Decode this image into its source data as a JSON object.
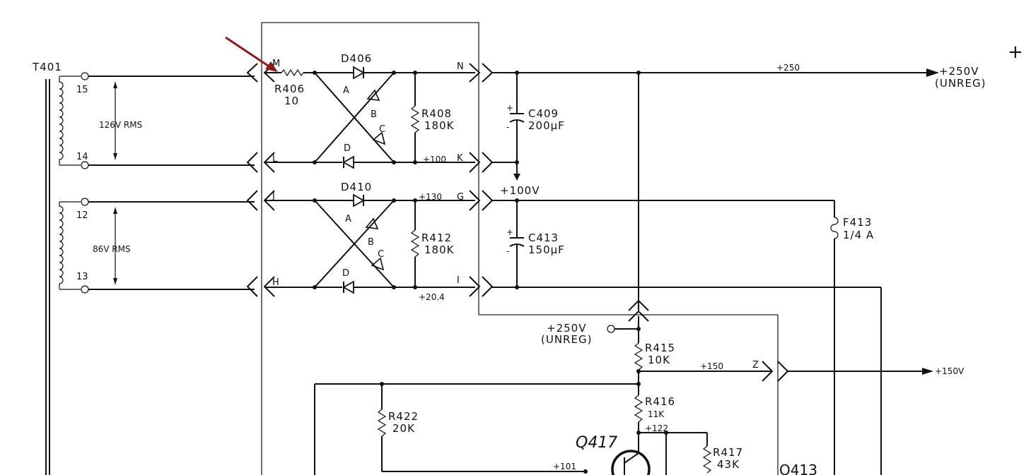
{
  "colors": {
    "ink": "#111111",
    "arrow": "#8b1a1a",
    "paper": "#ffffff"
  },
  "transformer": {
    "name": "T401",
    "pins": {
      "p15": "15",
      "p14": "14",
      "p12": "12",
      "p13": "13"
    },
    "volt_upper": "126V RMS",
    "volt_lower": "86V RMS"
  },
  "connectors": {
    "M": "M",
    "N": "N",
    "L": "L",
    "K": "K",
    "J": "J",
    "G": "G",
    "H": "H",
    "I": "I",
    "Z": "Z"
  },
  "bridge_upper": {
    "resistor": {
      "ref": "R406",
      "value": "10"
    },
    "diode_ref": "D406",
    "diode_letters": {
      "a": "A",
      "b": "B",
      "c": "C",
      "d": "D"
    },
    "bleeder": {
      "ref": "R408",
      "value": "180K"
    },
    "node_voltage": "+100"
  },
  "bridge_lower": {
    "diode_ref": "D410",
    "diode_letters": {
      "a": "A",
      "b": "B",
      "c": "C",
      "d": "D"
    },
    "bleeder": {
      "ref": "R412",
      "value": "180K"
    },
    "node_top": "+130",
    "node_bottom": "+20.4"
  },
  "capacitors": {
    "c409": {
      "ref": "C409",
      "value": "200μF"
    },
    "c413": {
      "ref": "C413",
      "value": "150μF"
    },
    "plus": "+",
    "minus": "-"
  },
  "fuse": {
    "ref": "F413",
    "value": "1/4 A"
  },
  "rails": {
    "main_node": "+250",
    "main_out": "+250V",
    "main_out_note": "(UNREG)",
    "mid": "+100V",
    "ref_in": "+250V",
    "ref_in_note": "(UNREG)",
    "reg_node": "+150",
    "reg_out": "+150V"
  },
  "regulator": {
    "r415": {
      "ref": "R415",
      "value": "10K"
    },
    "r416": {
      "ref": "R416",
      "value": "11K"
    },
    "r417": {
      "ref": "R417",
      "value": "43K"
    },
    "r422": {
      "ref": "R422",
      "value": "20K"
    },
    "q417": "Q417",
    "q413": "Q413",
    "node_122": "+122",
    "node_101": "+101"
  },
  "corner_mark": "+"
}
